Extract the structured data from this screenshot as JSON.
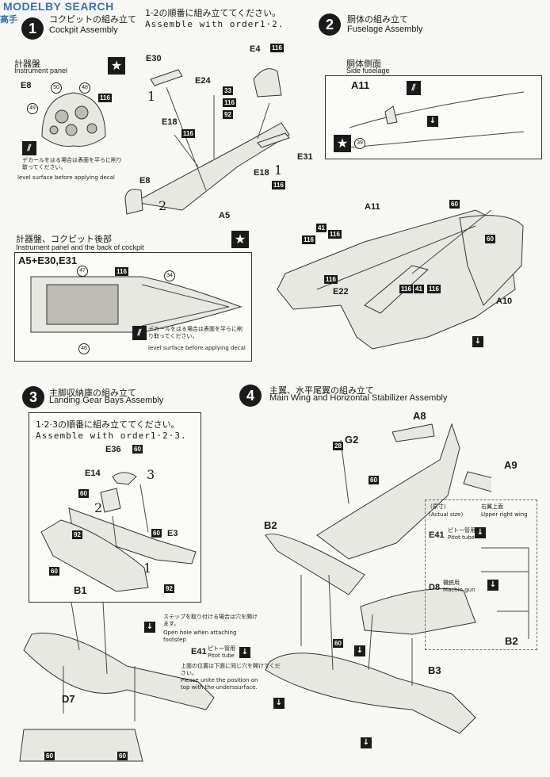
{
  "watermark": {
    "text": "MODELBY SEARCH",
    "mini": "高手"
  },
  "header": {
    "jp": "1·2の順番に組み立ててください。",
    "en": "Assemble with order1·2."
  },
  "step1": {
    "num": "1",
    "jp": "コクピットの組み立て",
    "en": "Cockpit Assembly",
    "panel_box": {
      "jp": "計器盤",
      "en": "Instrument panel",
      "part": "E8",
      "circles": [
        "50",
        "48",
        "49"
      ],
      "tag": "116",
      "note_jp": "デカールをはる場合は表面を平らに削り取ってください。",
      "note_en": "level surface before applying decal"
    },
    "parts": [
      "E30",
      "E4",
      "E24",
      "E18",
      "E18",
      "E31",
      "E8",
      "A5"
    ],
    "tags": [
      "116",
      "33",
      "116",
      "92",
      "116",
      "116"
    ],
    "orders": [
      "1",
      "2",
      "1"
    ]
  },
  "step2": {
    "num": "2",
    "jp": "胴体の組み立て",
    "en": "Fuselage Assembly",
    "side_box": {
      "jp": "胴体側面",
      "en": "Side fuselage",
      "part": "A11",
      "circle": "39"
    },
    "parts": [
      "A11",
      "A10",
      "E22"
    ],
    "tags": [
      "60",
      "60",
      "41",
      "116",
      "116",
      "116",
      "116",
      "41",
      "116"
    ]
  },
  "cockpit_rear": {
    "jp": "計器盤、コクピット後部",
    "en": "Instrument panel and the back of cockpit",
    "part": "A5+E30,E31",
    "circles": [
      "47",
      "34",
      "46"
    ],
    "tag": "116",
    "note_jp": "デカールをはる場合は表面を平らに削り取ってください。",
    "note_en": "level surface before applying decal"
  },
  "step3": {
    "num": "3",
    "jp": "主脚収納庫の組み立て",
    "en": "Landing Gear Bays Assembly",
    "order_jp": "1·2·3の順番に組み立ててください。",
    "order_en": "Assemble with order1·2·3.",
    "parts": [
      "E36",
      "E14",
      "E3",
      "B1",
      "D7"
    ],
    "tags": [
      "60",
      "60",
      "92",
      "60",
      "60",
      "92",
      "60",
      "60"
    ],
    "orders": [
      "3",
      "2",
      "1"
    ],
    "note_jp": "ステップを取り付ける場合は穴を開けます。",
    "note_en": "Open hole when attaching footstep"
  },
  "step4": {
    "num": "4",
    "jp": "主翼、水平尾翼の組み立て",
    "en": "Main Wing and  Horizontal Stabilizer Assembly",
    "parts": [
      "A8",
      "G2",
      "A9",
      "B2",
      "B3"
    ],
    "tags": [
      "28",
      "60",
      "60"
    ],
    "actual": {
      "jp": "(原寸)",
      "en": "(Actual size)",
      "wing_jp": "右翼上面",
      "wing_en": "Upper right wing",
      "e41": "E41",
      "e41_jp": "ピトー管用",
      "e41_en": "Pitot tube",
      "d8": "D8",
      "d8_jp": "機銃用",
      "d8_en": "Machin gun",
      "b2": "B2"
    },
    "pitot": {
      "part": "E41",
      "jp": "ピトー管用",
      "en": "Pitot tube",
      "note_jp": "上面の位置は下面に同じ穴を開けてください。",
      "note_en": "Please unite the position on top with the underssurface."
    }
  }
}
